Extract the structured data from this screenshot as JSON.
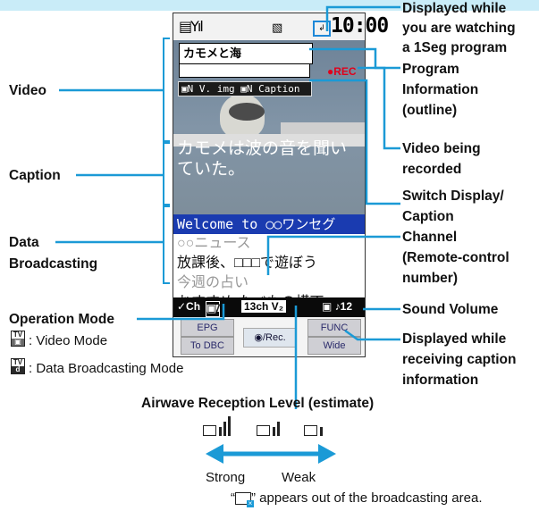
{
  "phone": {
    "status_signal": "▤Yıl",
    "status_mid": "▧",
    "status_mail": "↲",
    "clock": "10:00",
    "program_name": "カモメと海",
    "rec_label": "●REC",
    "switch_caption": "▣N V. img ▣N Caption",
    "caption_text": "カモメは波の音を聞いていた。",
    "data_rows": [
      "Welcome to ○○ワンセグ",
      "○○ニュース",
      "放課後、□□□で遊ぼう",
      "今週の占い",
      "おすすめ たべもの横丁"
    ],
    "op_left": "✓Ch",
    "op_channel": "13ch V₂",
    "op_volume": "▣ ♪12",
    "softkeys": {
      "epg": "EPG",
      "to_dbc": "To DBC",
      "rec": "◉/Rec.",
      "func": "FUNC",
      "wide": "Wide"
    }
  },
  "callouts": {
    "video": "Video",
    "caption": "Caption",
    "data_broadcasting_1": "Data",
    "data_broadcasting_2": "Broadcasting",
    "operation_mode": "Operation Mode",
    "video_mode": ": Video Mode",
    "data_mode": ": Data Broadcasting Mode",
    "watching_1": "Displayed while",
    "watching_2": "you are watching",
    "watching_3": "a 1Seg program",
    "program_info_1": "Program",
    "program_info_2": "Information",
    "program_info_3": "(outline)",
    "recorded_1": "Video being",
    "recorded_2": "recorded",
    "switch_1": "Switch Display/",
    "switch_2": "Caption",
    "channel_1": "Channel",
    "channel_2": "(Remote-control",
    "channel_3": "number)",
    "sound_volume": "Sound Volume",
    "receiving_1": "Displayed while",
    "receiving_2": "receiving caption",
    "receiving_3": "information",
    "airwave": "Airwave Reception Level (estimate)",
    "strong": "Strong",
    "weak": "Weak",
    "out_of_area_pre": "“",
    "out_of_area_post": "” appears out of the broadcasting area."
  },
  "icons": {
    "tv_top": "TV",
    "video_bottom": "▣",
    "data_bottom": "d"
  },
  "colors": {
    "callout_line": "#1b9ad6",
    "rec_red": "#e0001b",
    "header_band": "#c9ecf8"
  }
}
